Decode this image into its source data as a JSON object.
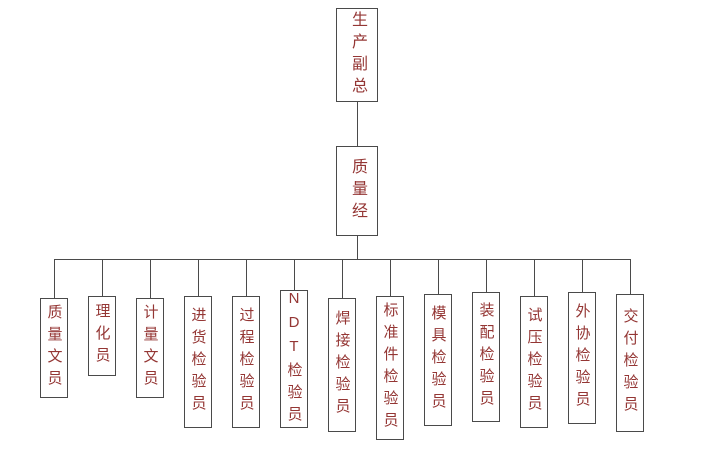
{
  "org": {
    "root": {
      "label": "生产副总"
    },
    "manager": {
      "label": "质量经"
    },
    "leaves": [
      {
        "label": "质量文员"
      },
      {
        "label": "理化员"
      },
      {
        "label": "计量文员"
      },
      {
        "label": "进货检验员"
      },
      {
        "label": "过程检验员"
      },
      {
        "label": "NDT检验员"
      },
      {
        "label": "焊接检验员"
      },
      {
        "label": "标准件检验员"
      },
      {
        "label": "模具检验员"
      },
      {
        "label": "装配检验员"
      },
      {
        "label": "试压检验员"
      },
      {
        "label": "外协检验员"
      },
      {
        "label": "交付检验员"
      }
    ],
    "colors": {
      "text_color": "#943634",
      "line_color": "#4a4a4a",
      "background": "#ffffff"
    }
  }
}
